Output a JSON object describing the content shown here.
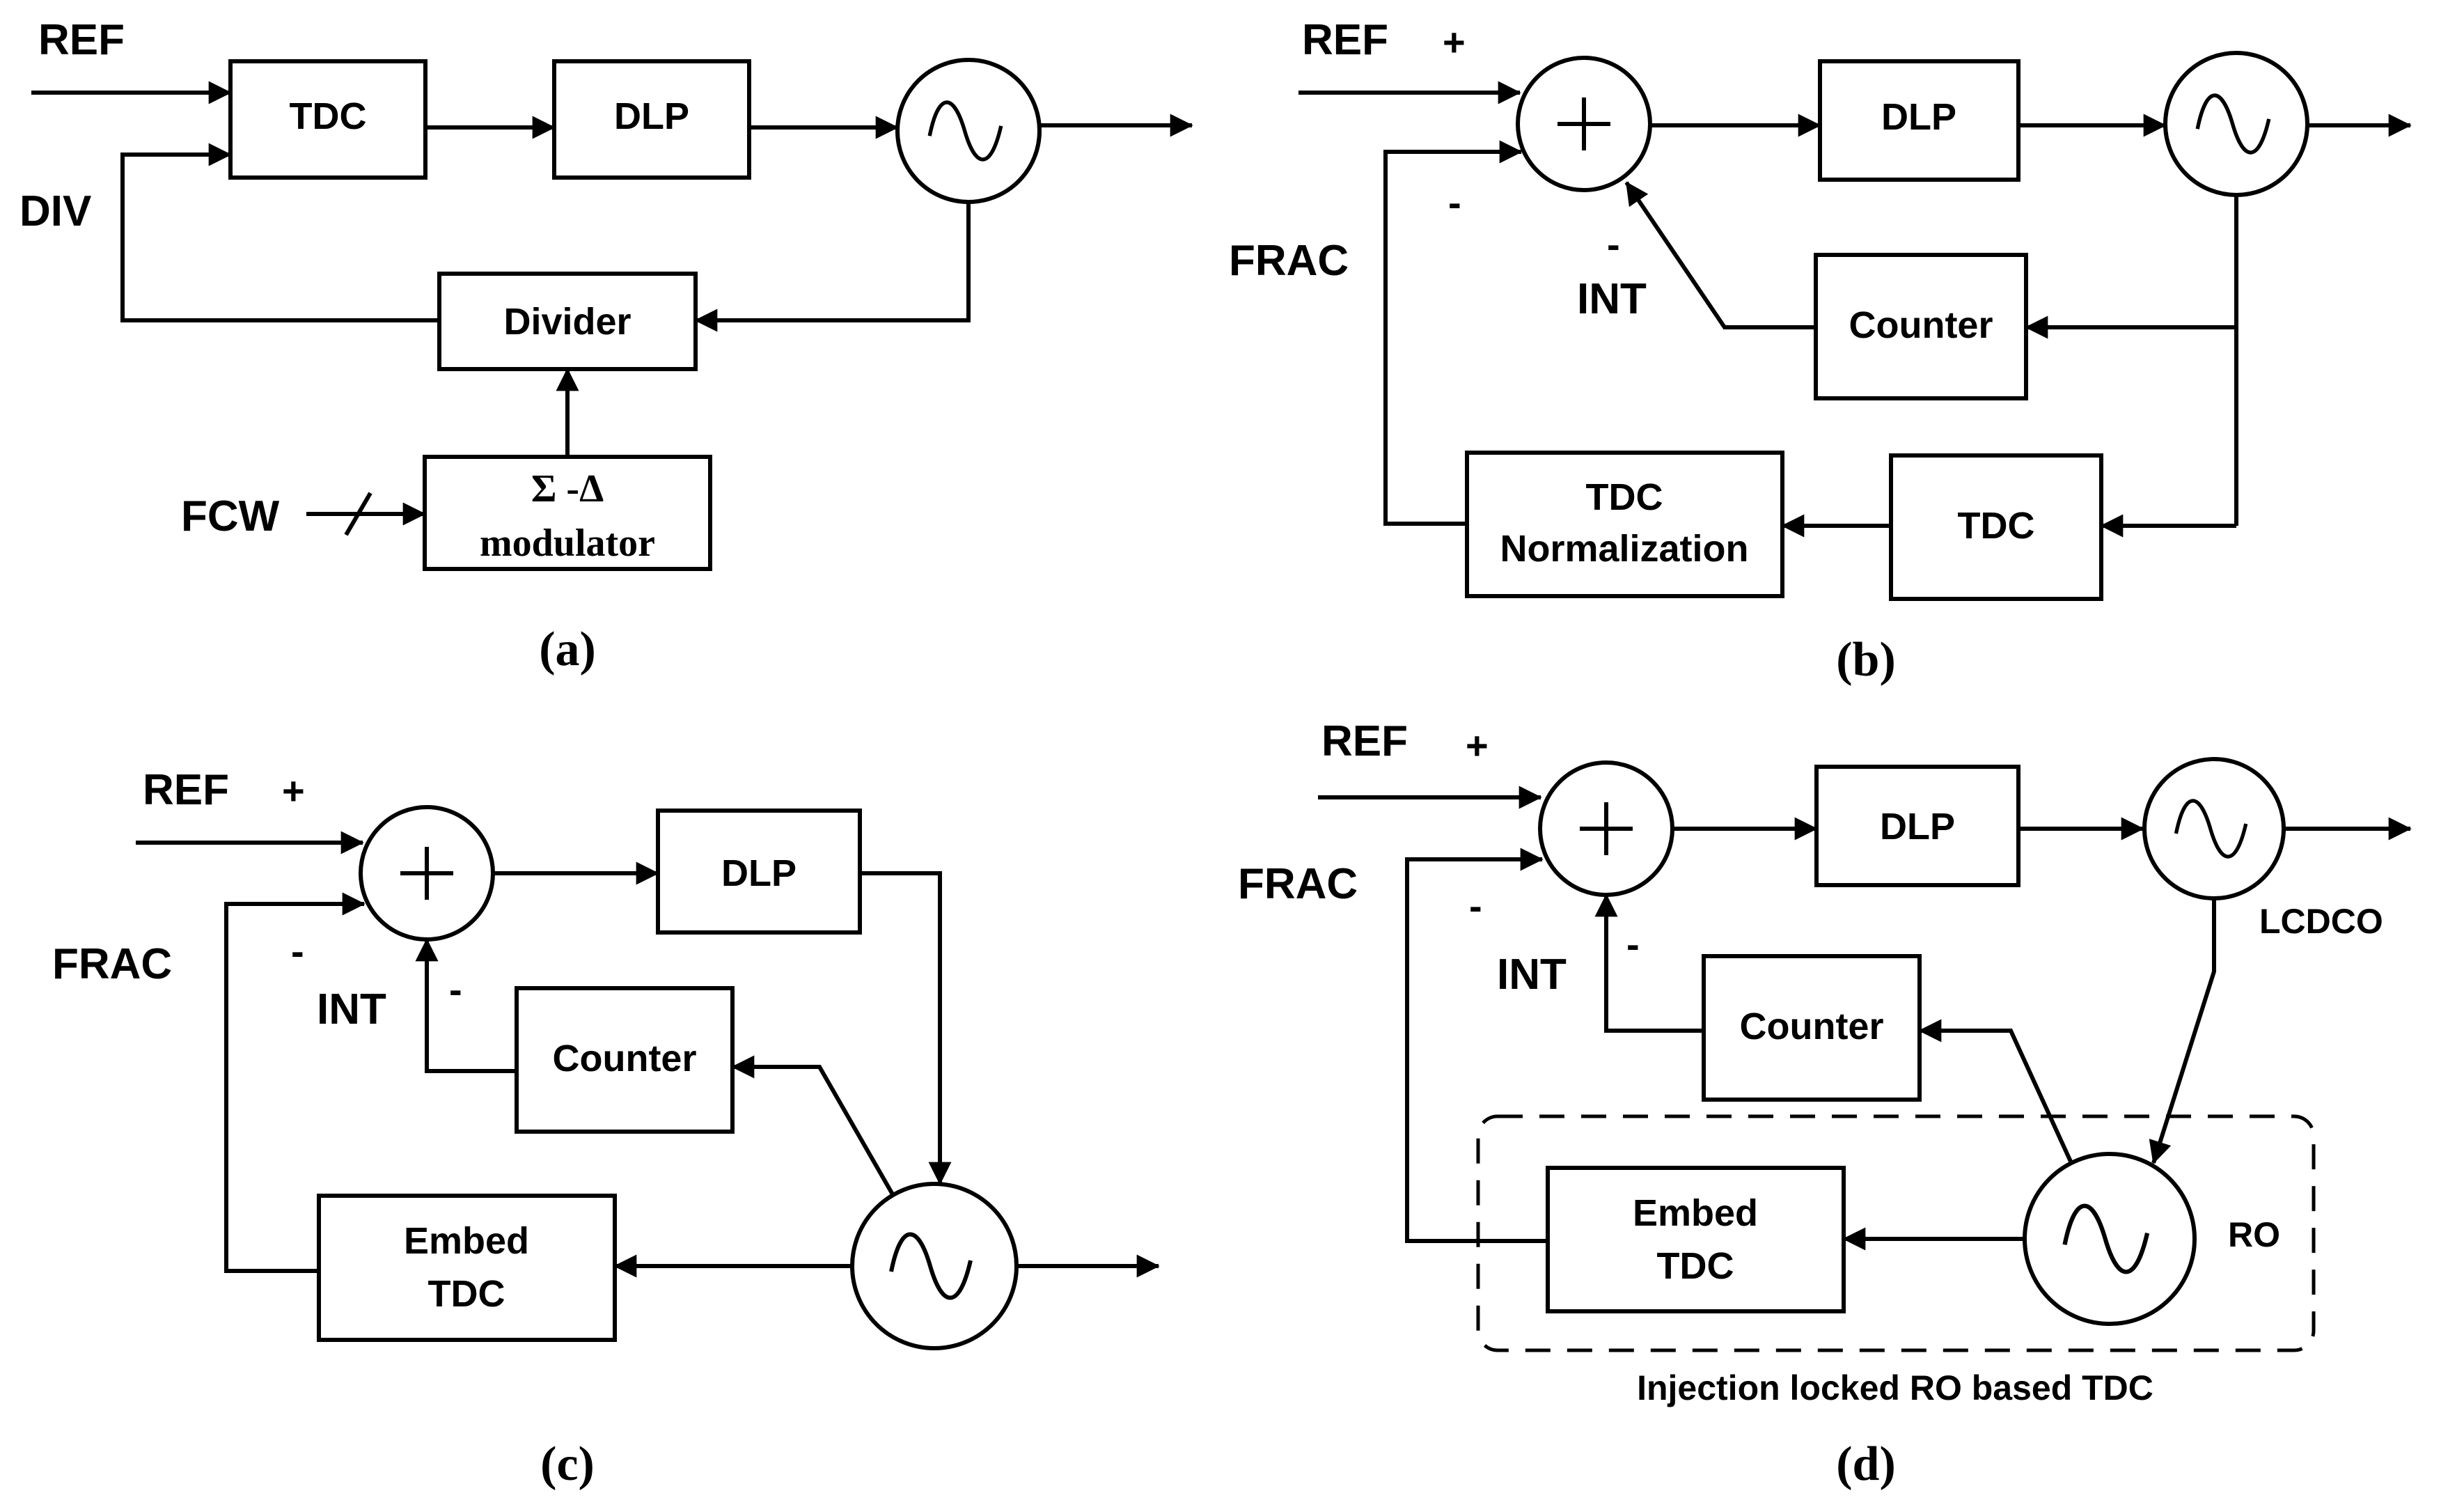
{
  "panel_a": {
    "caption": "(a)",
    "ref": "REF",
    "div": "DIV",
    "fcw": "FCW",
    "tdc": "TDC",
    "dlp": "DLP",
    "divider": "Divider",
    "sd_line1": "Σ -Δ",
    "sd_line2": "modulator"
  },
  "panel_b": {
    "caption": "(b)",
    "ref": "REF",
    "plus": "+",
    "minus_frac": "-",
    "minus_int": "-",
    "frac": "FRAC",
    "int": "INT",
    "dlp": "DLP",
    "counter": "Counter",
    "tdc": "TDC",
    "norm_line1": "TDC",
    "norm_line2": "Normalization"
  },
  "panel_c": {
    "caption": "(c)",
    "ref": "REF",
    "plus": "+",
    "minus_frac": "-",
    "minus_int": "-",
    "frac": "FRAC",
    "int": "INT",
    "dlp": "DLP",
    "counter": "Counter",
    "embed_line1": "Embed",
    "embed_line2": "TDC"
  },
  "panel_d": {
    "caption": "(d)",
    "ref": "REF",
    "plus": "+",
    "minus_frac": "-",
    "minus_int": "-",
    "frac": "FRAC",
    "int": "INT",
    "dlp": "DLP",
    "counter": "Counter",
    "embed_line1": "Embed",
    "embed_line2": "TDC",
    "lcdco": "LCDCO",
    "ro": "RO",
    "group_label": "Injection locked RO based TDC"
  }
}
